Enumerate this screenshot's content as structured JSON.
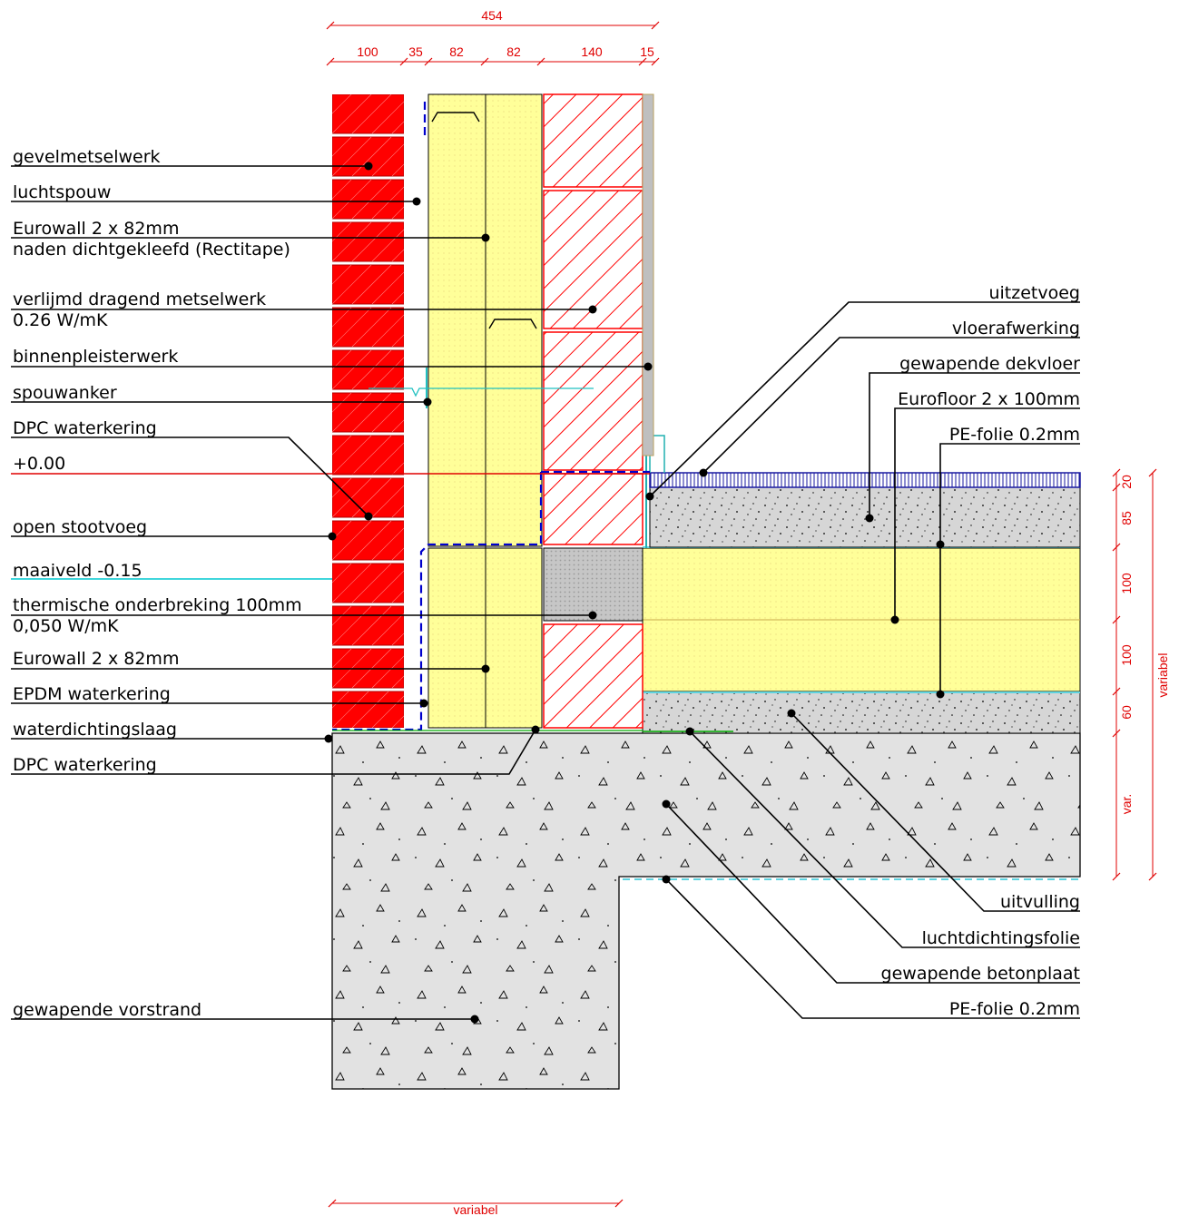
{
  "dimensions": {
    "top_total": "454",
    "top_parts": [
      "100",
      "35",
      "82",
      "82",
      "140",
      "15"
    ],
    "right_parts": [
      "20",
      "85",
      "100",
      "100",
      "60",
      "var."
    ],
    "right_total": "variabel",
    "bottom": "variabel"
  },
  "labels": {
    "left": [
      "gevelmetselwerk",
      "luchtspouw",
      "Eurowall 2 x 82mm",
      "naden dichtgekleefd (Rectitape)",
      "verlijmd dragend metselwerk",
      "0.26 W/mK",
      "binnenpleisterwerk",
      "spouwanker",
      "DPC waterkering",
      "+0.00",
      "open stootvoeg",
      "maaiveld -0.15",
      "thermische onderbreking 100mm",
      "0,050 W/mK",
      "Eurowall 2 x 82mm",
      "EPDM waterkering",
      "waterdichtingslaag",
      "DPC waterkering",
      "gewapende vorstrand"
    ],
    "right": [
      "uitzetvoeg",
      "vloerafwerking",
      "gewapende dekvloer",
      "Eurofloor 2 x 100mm",
      "PE-folie 0.2mm",
      "uitvulling",
      "luchtdichtingsfolie",
      "gewapende betonplaat",
      "PE-folie 0.2mm"
    ]
  },
  "colors": {
    "brick": "#ff0000",
    "insulation": "#ffff99",
    "concrete": "#e0e0e0",
    "screed": "#d4d4d4",
    "thermal_break": "#c8c8c8",
    "dimension": "#e00000",
    "level_line": "#e00000",
    "grade_line": "#00c8d0",
    "membrane": "#0000cc"
  }
}
